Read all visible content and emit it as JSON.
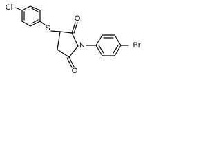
{
  "molecule": {
    "atoms": {
      "chlorine": "Cl",
      "sulfur": "S",
      "nitrogen": "N",
      "oxygen_top": "O",
      "oxygen_bottom": "O",
      "bromine": "Br"
    }
  },
  "colors": {
    "bond": "#000000",
    "label": "#000000",
    "background": "#ffffff"
  }
}
